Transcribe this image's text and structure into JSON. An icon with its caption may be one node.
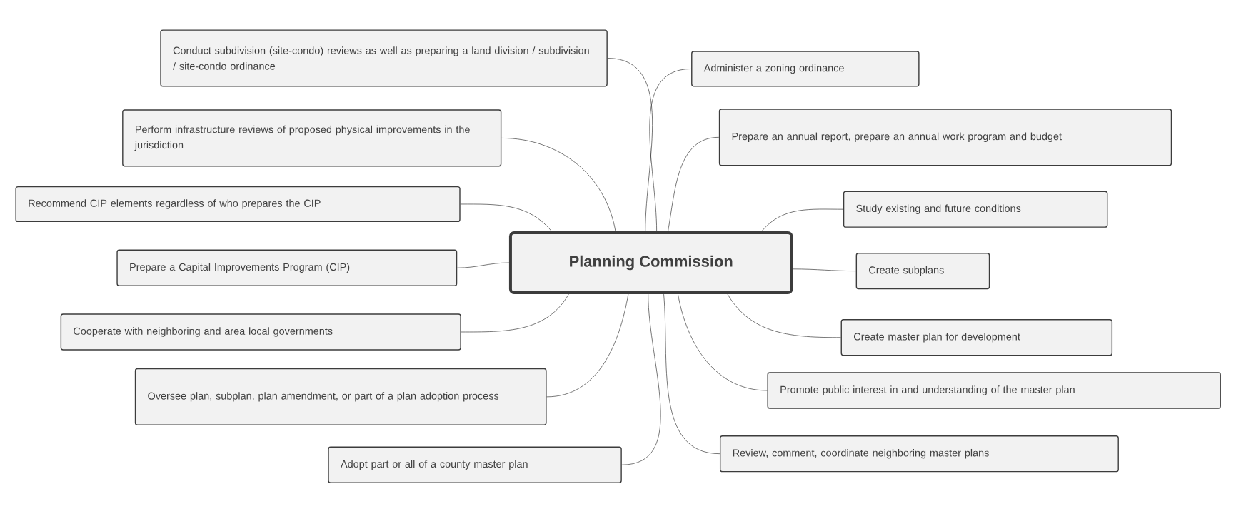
{
  "diagram": {
    "nodes": [
      {
        "text": [
          "Planning Commission"
        ]
      },
      {
        "text": [
          "Conduct subdivision (site-condo) reviews as well as preparing a land division / subdivision / site-condo ordinance"
        ]
      },
      {
        "text": [
          "Perform infrastructure reviews of proposed physical improvements in the jurisdiction"
        ]
      },
      {
        "text": [
          "Recommend CIP elements regardless of who prepares the CIP"
        ]
      },
      {
        "text": [
          "Prepare a Capital Improvements Program (CIP)"
        ]
      },
      {
        "text": [
          "Cooperate with neighboring and area local governments"
        ]
      },
      {
        "text": [
          "Oversee plan, subplan, plan amendment, or part of a plan adoption process"
        ]
      },
      {
        "text": [
          "Adopt part or all of a county master plan"
        ]
      },
      {
        "text": [
          "Administer a zoning ordinance"
        ]
      },
      {
        "text": [
          "Prepare an annual report, prepare an annual work program and budget"
        ]
      },
      {
        "text": [
          "Study existing and future conditions"
        ]
      },
      {
        "text": [
          "Create subplans"
        ]
      },
      {
        "text": [
          "Create master plan for development"
        ]
      },
      {
        "text": [
          "Promote public interest in and understanding of the master plan"
        ]
      },
      {
        "text": [
          "Review, comment, coordinate neighboring master plans"
        ]
      }
    ],
    "edges": [
      {
        "from": 0,
        "to": 1,
        "arrow": "none"
      },
      {
        "from": 0,
        "to": 2,
        "arrow": "none"
      },
      {
        "from": 0,
        "to": 3,
        "arrow": "none"
      },
      {
        "from": 0,
        "to": 4,
        "arrow": "none"
      },
      {
        "from": 0,
        "to": 5,
        "arrow": "none"
      },
      {
        "from": 0,
        "to": 6,
        "arrow": "none"
      },
      {
        "from": 0,
        "to": 7,
        "arrow": "none"
      },
      {
        "from": 0,
        "to": 8,
        "arrow": "none"
      },
      {
        "from": 0,
        "to": 9,
        "arrow": "none"
      },
      {
        "from": 0,
        "to": 10,
        "arrow": "none"
      },
      {
        "from": 0,
        "to": 11,
        "arrow": "none"
      },
      {
        "from": 0,
        "to": 12,
        "arrow": "none"
      },
      {
        "from": 0,
        "to": 13,
        "arrow": "none"
      },
      {
        "from": 0,
        "to": 14,
        "arrow": "none"
      }
    ]
  }
}
